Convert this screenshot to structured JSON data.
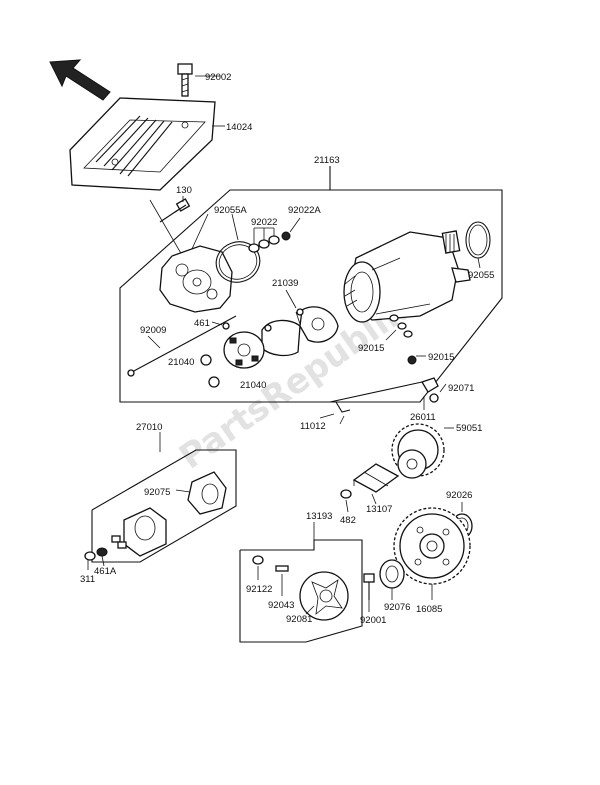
{
  "diagram": {
    "watermark": "PartsRepublik",
    "part_labels": {
      "p92002": "92002",
      "p14024": "14024",
      "p21163": "21163",
      "p130": "130",
      "p92055A": "92055A",
      "p92022": "92022",
      "p92022A": "92022A",
      "p92055": "92055",
      "p21039": "21039",
      "p461": "461",
      "p92009": "92009",
      "p21040a": "21040",
      "p21040b": "21040",
      "p92015a": "92015",
      "p92015b": "92015",
      "p92071": "92071",
      "p26011": "26011",
      "p11012": "11012",
      "p27010": "27010",
      "p92075": "92075",
      "p59051": "59051",
      "p92026": "92026",
      "p482": "482",
      "p13107": "13107",
      "p13193": "13193",
      "p311": "311",
      "p461A": "461A",
      "p92122": "92122",
      "p92043": "92043",
      "p92081": "92081",
      "p92001": "92001",
      "p92076": "92076",
      "p16085": "16085"
    }
  }
}
